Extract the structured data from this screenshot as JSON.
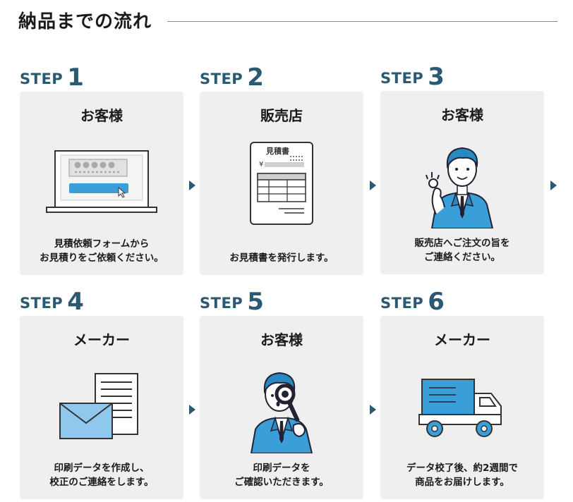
{
  "page": {
    "title": "納品までの流れ"
  },
  "steps": [
    {
      "word": "STEP",
      "number": "1",
      "heading": "お客様",
      "desc": [
        "見積依頼フォームから",
        "お見積りをご依頼ください。"
      ],
      "icon": "laptop-form-icon"
    },
    {
      "word": "STEP",
      "number": "2",
      "heading": "販売店",
      "desc": [
        "お見積書を発行します。"
      ],
      "icon": "quotation-document-icon",
      "doc_title": "見積書",
      "yen": "¥"
    },
    {
      "word": "STEP",
      "number": "3",
      "heading": "お客様",
      "desc": [
        "販売店へご注文の旨を",
        "ご連絡ください。"
      ],
      "icon": "businessman-ok-icon"
    },
    {
      "word": "STEP",
      "number": "4",
      "heading": "メーカー",
      "desc": [
        "印刷データを作成し、",
        "校正のご連絡をします。"
      ],
      "icon": "envelope-document-icon"
    },
    {
      "word": "STEP",
      "number": "5",
      "heading": "お客様",
      "desc": [
        "印刷データを",
        "ご確認いただきます。"
      ],
      "icon": "businessman-magnifier-icon"
    },
    {
      "word": "STEP",
      "number": "6",
      "heading": "メーカー",
      "desc": [
        "データ校了後、約2週間で",
        "商品をお届けします。"
      ],
      "icon": "delivery-truck-icon"
    }
  ],
  "colors": {
    "accent": "#2a5a72",
    "illustration_blue": "#3a9fd8",
    "card_bg": "#efefef"
  }
}
